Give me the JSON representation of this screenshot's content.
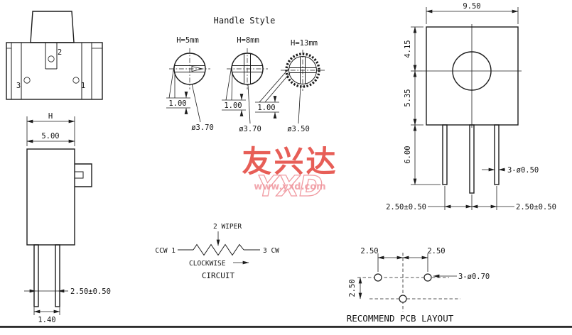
{
  "watermark": {
    "cn": "友兴达",
    "en": "YXD",
    "url": "www.yxd.com"
  },
  "front_view": {
    "pin_top": "2",
    "pin_left": "3",
    "pin_right": "1"
  },
  "side_view": {
    "dim_height": "H",
    "dim_width": "5.00",
    "dim_pin_pitch": "2.50±0.50",
    "dim_pin_offset": "1.40"
  },
  "handle_style": {
    "title": "Handle Style",
    "variants": [
      {
        "label": "H=5mm",
        "slot_width": "1.00",
        "diameter": "ø3.70"
      },
      {
        "label": "H=8mm",
        "slot_width": "1.00",
        "diameter": "ø3.70"
      },
      {
        "label": "H=13mm",
        "slot_width": "1.00",
        "diameter": "ø3.50"
      }
    ]
  },
  "circuit": {
    "wiper": "2 WIPER",
    "ccw": "CCW 1",
    "cw": "3 CW",
    "direction": "CLOCKWISE",
    "caption": "CIRCUIT"
  },
  "top_view": {
    "dim_width": "9.50",
    "dim_upper": "4.15",
    "dim_lower": "5.35",
    "dim_pin_length": "6.00",
    "pin_callout": "3-ø0.50",
    "dim_pitch_left": "2.50±0.50",
    "dim_pitch_right": "2.50±0.50"
  },
  "pcb_layout": {
    "dim_left": "2.50",
    "dim_right": "2.50",
    "dim_vertical": "2.50",
    "pad_callout": "3-ø0.70",
    "caption": "RECOMMEND PCB LAYOUT"
  }
}
